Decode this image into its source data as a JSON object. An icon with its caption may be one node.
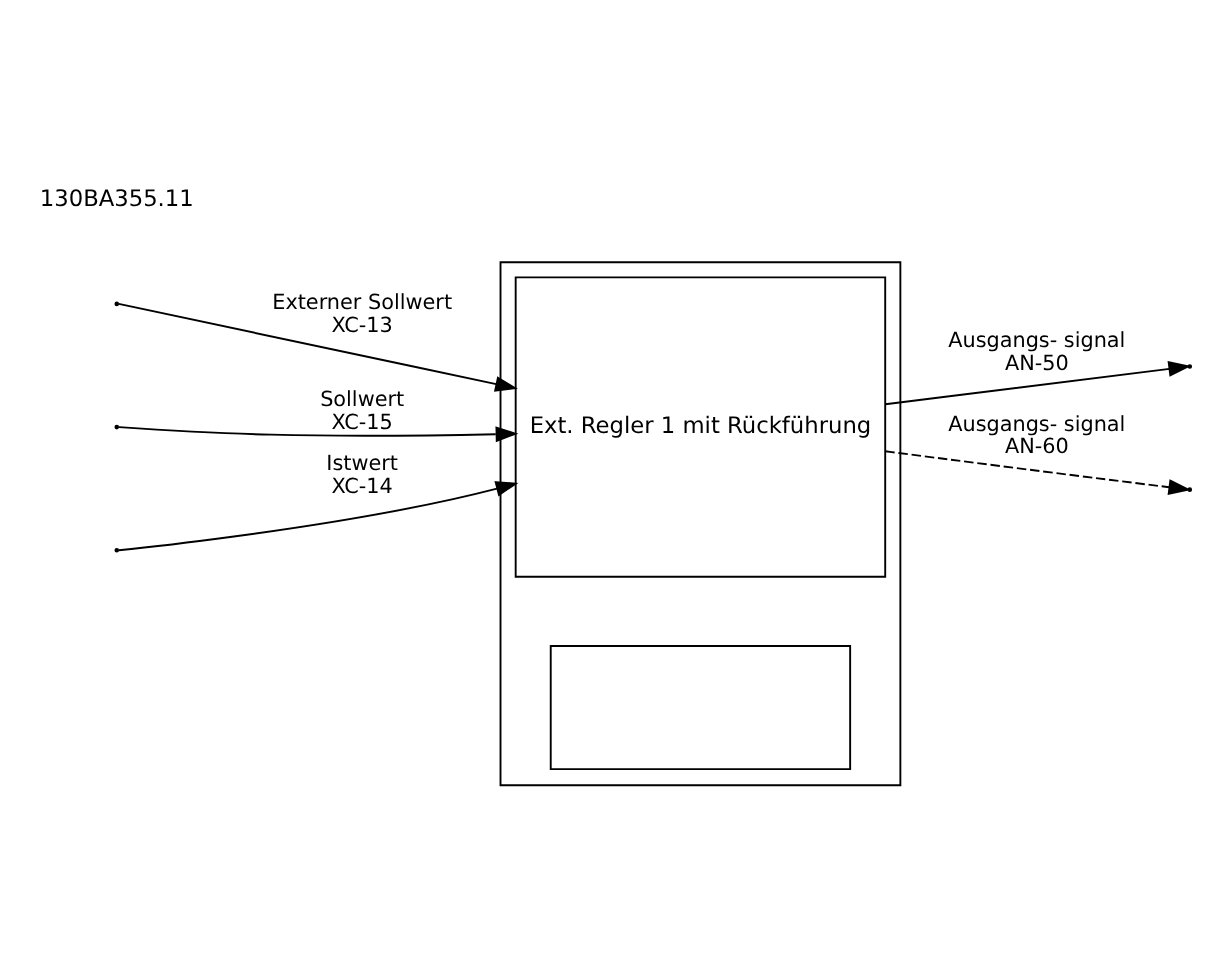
{
  "diagram": {
    "nodes": [
      {
        "text": [],
        "shape": "box"
      },
      {
        "text": [
          "Ext. Regler 1 mit Rückführung"
        ],
        "in": 0
      },
      {
        "text": [],
        "shape": "box",
        "in": 0
      }
    ],
    "edges": [
      {
        "from": null,
        "to": 1,
        "arrow": "to",
        "label": [
          "Externer Sollwert",
          "XC-13"
        ]
      },
      {
        "from": null,
        "to": 1,
        "arrow": "to",
        "label": [
          "Sollwert",
          "XC-15"
        ]
      },
      {
        "from": null,
        "to": 1,
        "arrow": "to",
        "label": [
          "Istwert",
          "XC-14"
        ]
      },
      {
        "from": 1,
        "to": null,
        "arrow": "to",
        "label": [
          "Ausgangs- signal",
          "AN-50"
        ]
      },
      {
        "from": 1,
        "to": null,
        "arrow": "to",
        "label": [
          "Ausgangs- signal",
          "AN-60"
        ],
        "style": "dashed"
      }
    ],
    "labels": [
      "130BA355.11"
    ]
  }
}
